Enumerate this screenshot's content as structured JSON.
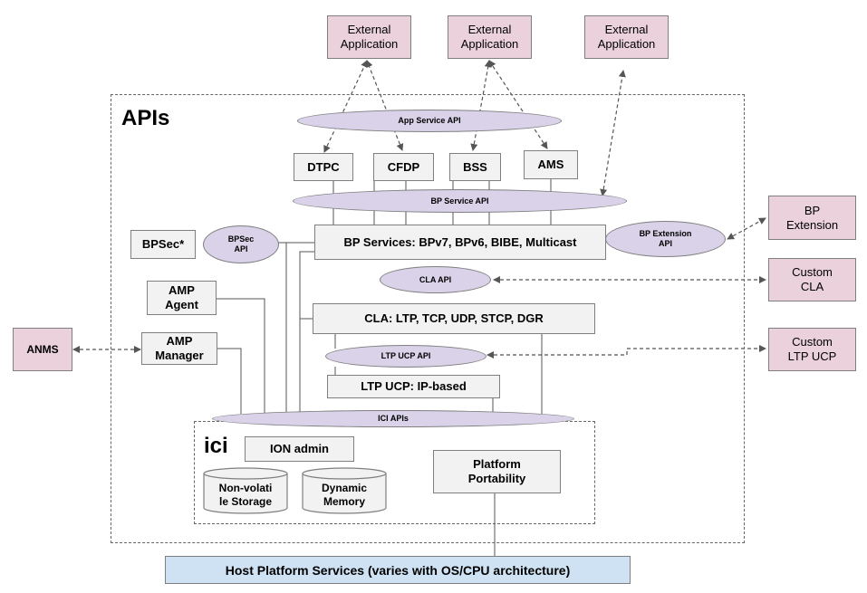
{
  "sections": {
    "apis_label": "APIs",
    "ici_label": "ici"
  },
  "external_apps": [
    "External\nApplication",
    "External\nApplication",
    "External\nApplication"
  ],
  "app_service_api": "App Service API",
  "services": {
    "dtpc": "DTPC",
    "cfdp": "CFDP",
    "bss": "BSS",
    "ams": "AMS"
  },
  "bp_service_api": "BP Service API",
  "bpsec": "BPSec*",
  "bpsec_api": "BPSec\nAPI",
  "bp_services": "BP Services: BPv7, BPv6, BIBE, Multicast",
  "bp_extension_api": "BP Extension\nAPI",
  "bp_extension": "BP\nExtension",
  "cla_api": "CLA API",
  "custom_cla": "Custom\nCLA",
  "amp_agent": "AMP\nAgent",
  "amp_manager": "AMP\nManager",
  "anms": "ANMS",
  "cla": "CLA: LTP, TCP, UDP, STCP, DGR",
  "ltp_ucp_api": "LTP UCP API",
  "custom_ltp_ucp": "Custom\nLTP UCP",
  "ltp_ucp": "LTP UCP: IP-based",
  "ici_apis": "ICI APIs",
  "ion_admin": "ION admin",
  "nonvolatile_storage": "Non-volati\nle Storage",
  "dynamic_memory": "Dynamic\nMemory",
  "platform_portability": "Platform\nPortability",
  "host_platform": "Host Platform Services (varies with OS/CPU architecture)",
  "colors": {
    "external": "#ead1dc",
    "component": "#f2f2f2",
    "api": "#d9d2e9",
    "host": "#cfe2f3",
    "border": "#7f7f7f"
  }
}
